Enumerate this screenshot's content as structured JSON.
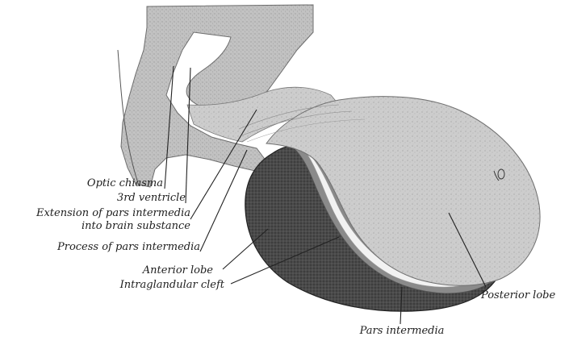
{
  "figure": {
    "labels": {
      "optic_chiasma": "Optic chiasma",
      "third_ventricle": "3rd ventricle",
      "extension_line1": "Extension of pars intermedia",
      "extension_line2": "into brain substance",
      "process": "Process of pars intermedia",
      "anterior_lobe": "Anterior lobe",
      "intraglandular_cleft": "Intraglandular cleft",
      "posterior_lobe": "Posterior lobe",
      "pars_intermedia": "Pars intermedia"
    }
  },
  "colors": {
    "background": "#ffffff",
    "brain_tissue": "#c6c6c6",
    "posterior_lobe": "#cfcfcf",
    "anterior_lobe": "#4d4d4d",
    "pars_intermedia_band": "#7a7a7a",
    "cleft": "#eeeeee",
    "leader_lines": "#222222",
    "text": "#1e1e1e"
  }
}
